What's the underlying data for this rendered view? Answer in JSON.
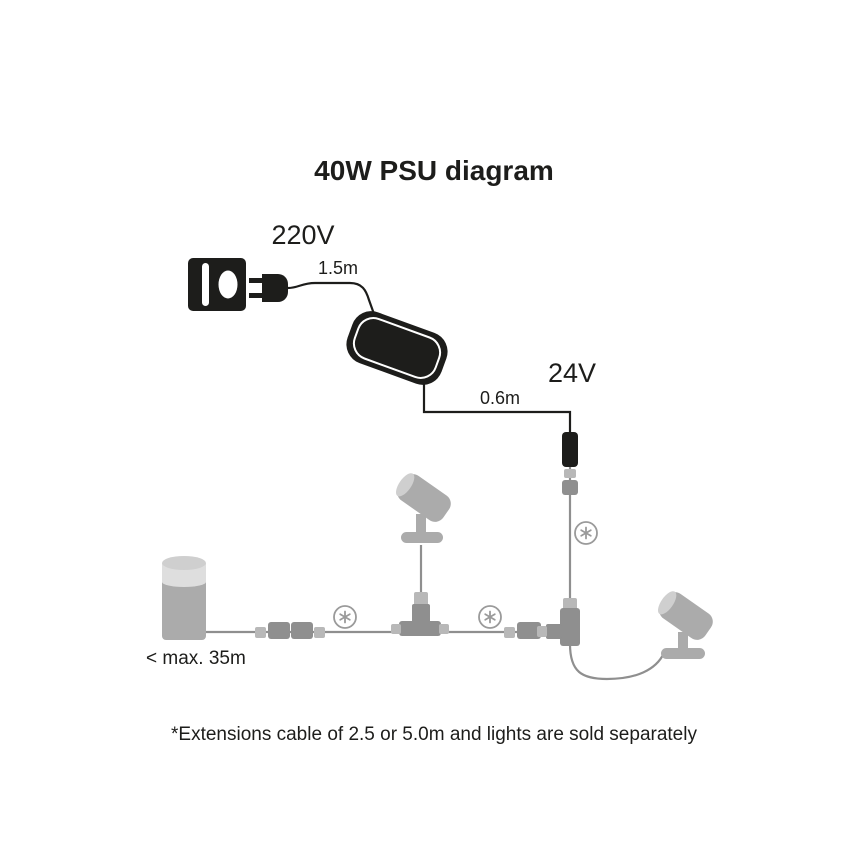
{
  "diagram": {
    "title": "40W PSU diagram",
    "labels": {
      "input_voltage": "220V",
      "cable1_length": "1.5m",
      "output_voltage": "24V",
      "cable2_length": "0.6m",
      "max_run": "< max. 35m"
    },
    "footnote": "*Extensions cable of 2.5 or 5.0m and lights are sold separately",
    "icons": [
      "wall-socket-icon",
      "power-plug-icon",
      "psu-icon",
      "dc-connector-icon",
      "cable-connector-icon",
      "t-connector-icon",
      "spotlight-icon",
      "bollard-light-icon",
      "asterisk-badge-icon"
    ],
    "colors": {
      "ink": "#1d1d1b",
      "gray": "#8f8f8f",
      "light_gray": "#ababab",
      "pale_gray": "#cfcfcf",
      "background": "#ffffff"
    }
  }
}
